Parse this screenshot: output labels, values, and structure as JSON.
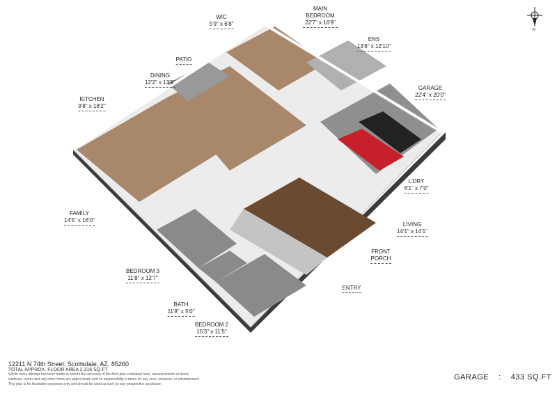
{
  "rooms": [
    {
      "name": "WIC",
      "dim": "5'9\" x 6'8\""
    },
    {
      "name": "MAIN BEDROOM",
      "dim": "22'7\" x 16'9\""
    },
    {
      "name": "ENS",
      "dim": "13'8\" x 12'10\""
    },
    {
      "name": "PATIO",
      "dim": ""
    },
    {
      "name": "DINING",
      "dim": "12'2\" x 13'9\""
    },
    {
      "name": "KITCHEN",
      "dim": "9'8\" x 18'2\""
    },
    {
      "name": "GARAGE",
      "dim": "22'4\" x 20'0\""
    },
    {
      "name": "L'DRY",
      "dim": "6'1\" x 7'0\""
    },
    {
      "name": "FAMILY",
      "dim": "14'5\" x 16'0\""
    },
    {
      "name": "LIVING",
      "dim": "14'1\" x 14'1\""
    },
    {
      "name": "FRONT PORCH",
      "dim": ""
    },
    {
      "name": "BEDROOM 3",
      "dim": "11'8\" x 12'7\""
    },
    {
      "name": "ENTRY",
      "dim": ""
    },
    {
      "name": "BATH",
      "dim": "11'8\" x 5'0\""
    },
    {
      "name": "BEDROOM 2",
      "dim": "15'3\" x 11'5\""
    }
  ],
  "compass": {
    "label": "N",
    "icon": "north-arrow-icon"
  },
  "footer": {
    "address": "12211 N 74th Street, Scottsdale, AZ, 85260",
    "total_area": "TOTAL APPROX. FLOOR AREA 2,316 SQ.FT",
    "disclaimer_1": "Whilst every attempt has been made to ensure the accuracy of the floor plan contained here, measurements of doors,",
    "disclaimer_2": "windows, rooms and any other items are approximate and no responsibility is taken for any error, omission, or misstatement.",
    "disclaimer_3": "This plan is for illustrative purposes only and should be used as such by any prospective purchaser."
  },
  "summary": {
    "label": "GARAGE",
    "sep": ":",
    "value": "433 SQ.FT"
  },
  "colors": {
    "wood": "#a8876a",
    "tile": "#9a9a9a",
    "wall": "#ffffff",
    "wall_side": "#3a3a3a",
    "porch": "#6b4a32",
    "car": "#c8202a"
  }
}
